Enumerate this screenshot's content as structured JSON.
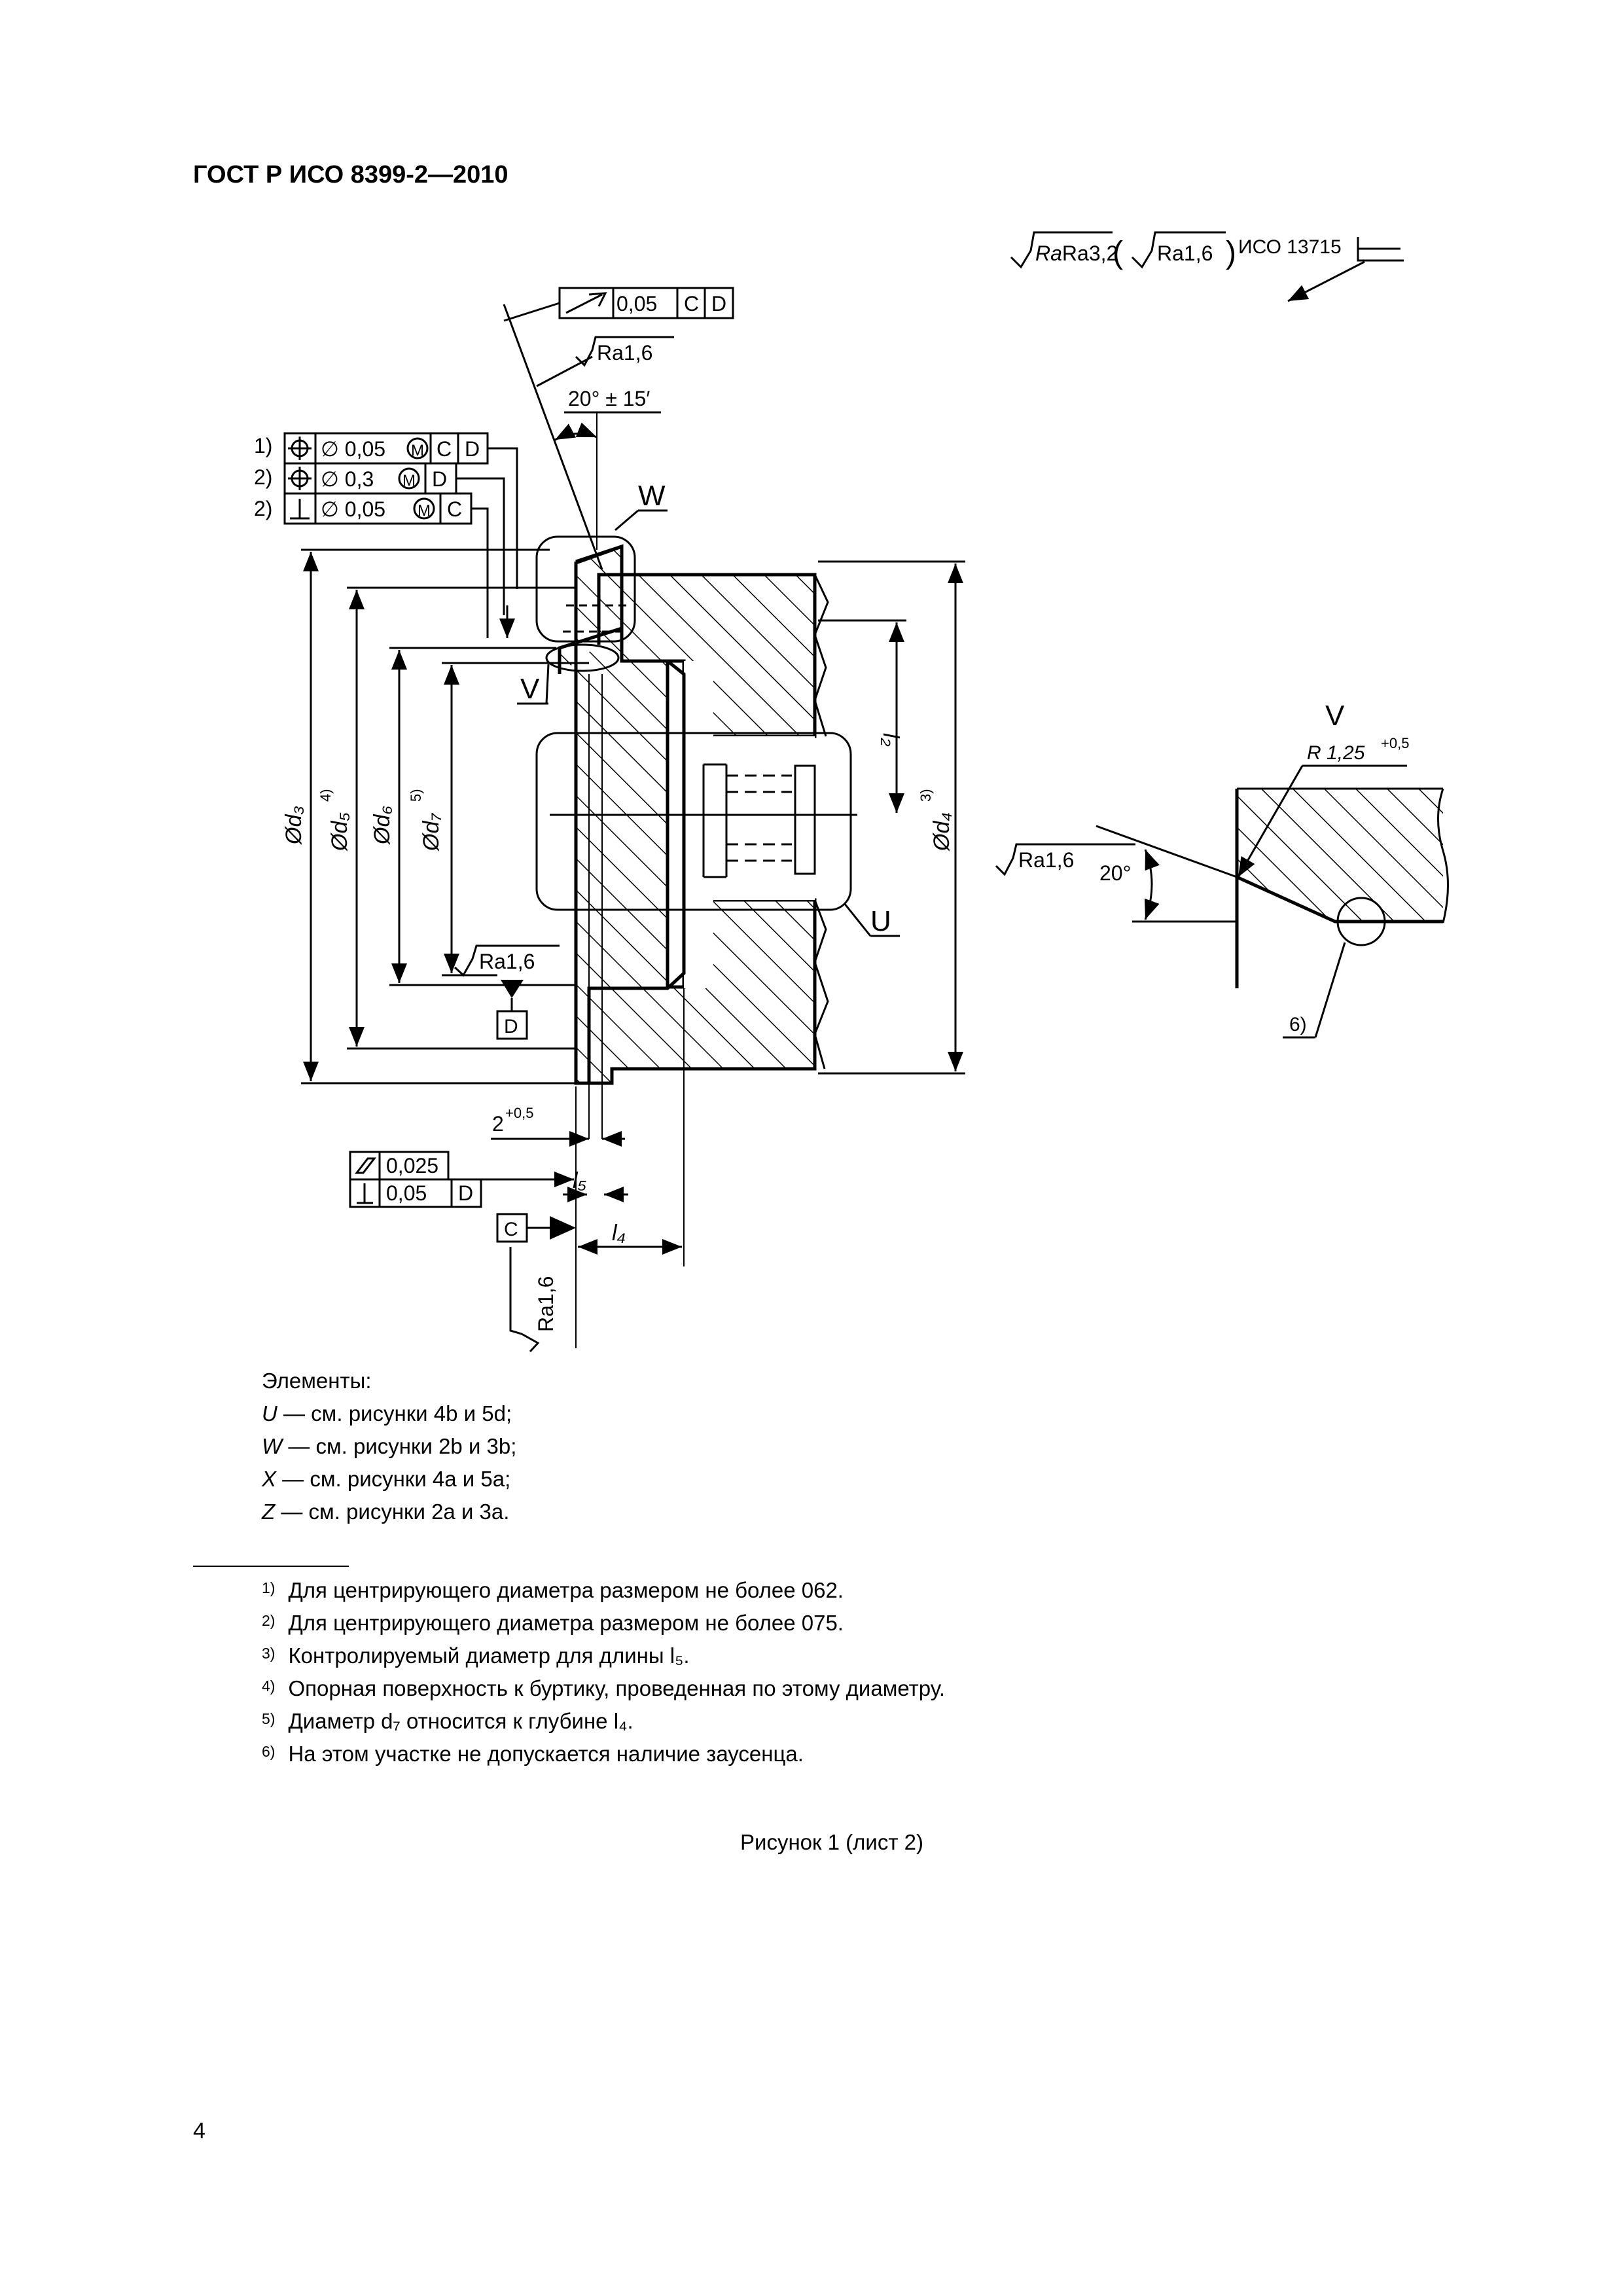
{
  "header": {
    "title": "ГОСТ Р ИСО 8399-2—2010"
  },
  "drawing": {
    "roughness_general": "Ra3,2",
    "roughness_general_alt": "Ra1,6",
    "roughness_standard": "ИСО 13715",
    "runout_tolerance": "0,05",
    "runout_datum_1": "C",
    "runout_datum_2": "D",
    "roughness_face": "Ra1,6",
    "angle": "20° ± 15′",
    "fcf1_note": "1)",
    "fcf1_tol": "∅ 0,05",
    "fcf1_datum_1": "C",
    "fcf1_datum_2": "D",
    "fcf2_note": "2)",
    "fcf2_tol": "∅ 0,3",
    "fcf2_datum": "D",
    "fcf3_note": "2)",
    "fcf3_tol": "∅ 0,05",
    "fcf3_datum": "C",
    "modifier_m": "M",
    "label_w": "W",
    "label_v": "V",
    "label_u": "U",
    "dim_d3": "Ød₃",
    "dim_d5": "Ød₅",
    "dim_d5_note": "4)",
    "dim_d6": "Ød₆",
    "dim_d7": "Ød₇",
    "dim_d7_note": "5)",
    "dim_d4": "Ød₄",
    "dim_d4_note": "3)",
    "dim_l2": "l₂",
    "roughness_bore": "Ra1,6",
    "datum_d": "D",
    "dim_2": "2",
    "dim_2_tol": "+0,5",
    "flatness_tol": "0,025",
    "perp_tol": "0,05",
    "perp_datum": "D",
    "dim_l5": "l₅",
    "datum_c": "C",
    "dim_l4": "l₄",
    "roughness_vertical": "Ra1,6",
    "detail_title": "V",
    "detail_radius": "R 1,25",
    "detail_radius_tol": "+0,5",
    "detail_roughness": "Ra1,6",
    "detail_angle": "20°",
    "detail_note": "6)"
  },
  "legend": {
    "title": "Элементы:",
    "items": [
      {
        "key": "U",
        "text": " — см. рисунки 4b и 5d;"
      },
      {
        "key": "W",
        "text": " — см. рисунки 2b и 3b;"
      },
      {
        "key": "X",
        "text": " — см. рисунки 4a и 5a;"
      },
      {
        "key": "Z",
        "text": " — см. рисунки 2a и 3a."
      }
    ]
  },
  "footnotes": [
    {
      "mark": "1)",
      "text": "Для центрирующего диаметра размером не более 062."
    },
    {
      "mark": "2)",
      "text": "Для центрирующего диаметра размером не более 075."
    },
    {
      "mark": "3)",
      "text": "Контролируемый диаметр для длины l₅."
    },
    {
      "mark": "4)",
      "text": "Опорная поверхность к буртику, проведенная по этому диаметру."
    },
    {
      "mark": "5)",
      "text": "Диаметр d₇ относится к глубине l₄."
    },
    {
      "mark": "6)",
      "text": "На этом участке не допускается наличие заусенца."
    }
  ],
  "caption": "Рисунок  1 (лист 2)",
  "page_number": "4"
}
